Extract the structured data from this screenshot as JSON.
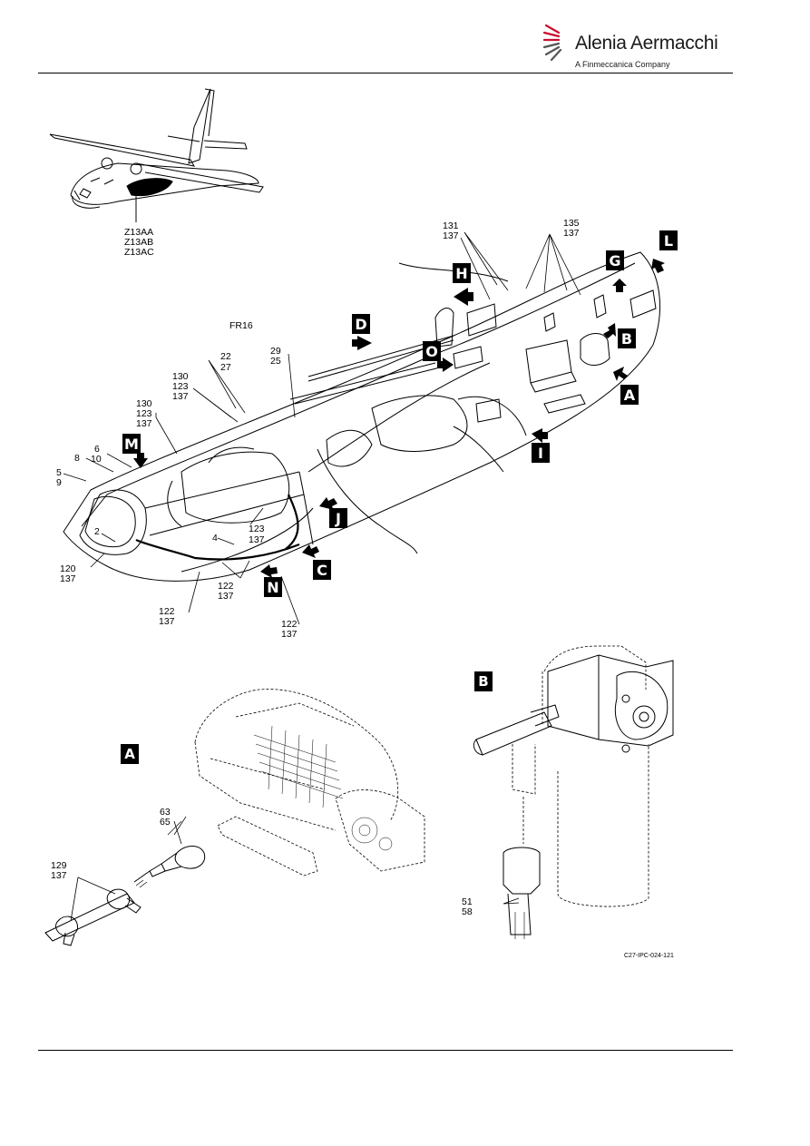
{
  "brand": {
    "name": "Alenia Aermacchi",
    "tagline": "A Finmeccanica Company",
    "accent": "#c8102e"
  },
  "figure_ref": "C27-IPC-024-121",
  "zone_labels": [
    "Z13AA",
    "Z13AB",
    "Z13AC"
  ],
  "frame_label": "FR16",
  "callouts": [
    "L",
    "G",
    "H",
    "B",
    "D",
    "O",
    "A",
    "I",
    "M",
    "J",
    "C",
    "N"
  ],
  "detail_labels": {
    "a": "A",
    "b": "B"
  },
  "item_refs": {
    "r131": "131",
    "r137a": "137",
    "r135": "135",
    "r137b": "137",
    "r22": "22",
    "r27": "27",
    "r29": "29",
    "r25": "25",
    "r130a": "130",
    "r123a": "123",
    "r137c": "137",
    "r130b": "130",
    "r123b": "123",
    "r137d": "137",
    "r6": "6",
    "r10": "10",
    "r8": "8",
    "r5": "5",
    "r9": "9",
    "r2": "2",
    "r4": "4",
    "r120": "120",
    "r137e": "137",
    "r123c": "123",
    "r137f": "137",
    "r122a": "122",
    "r137g": "137",
    "r122b": "122",
    "r137h": "137",
    "r122c": "122",
    "r137i": "137",
    "r63": "63",
    "r65": "65",
    "r129": "129",
    "r137j": "137",
    "r51": "51",
    "r58": "58"
  }
}
